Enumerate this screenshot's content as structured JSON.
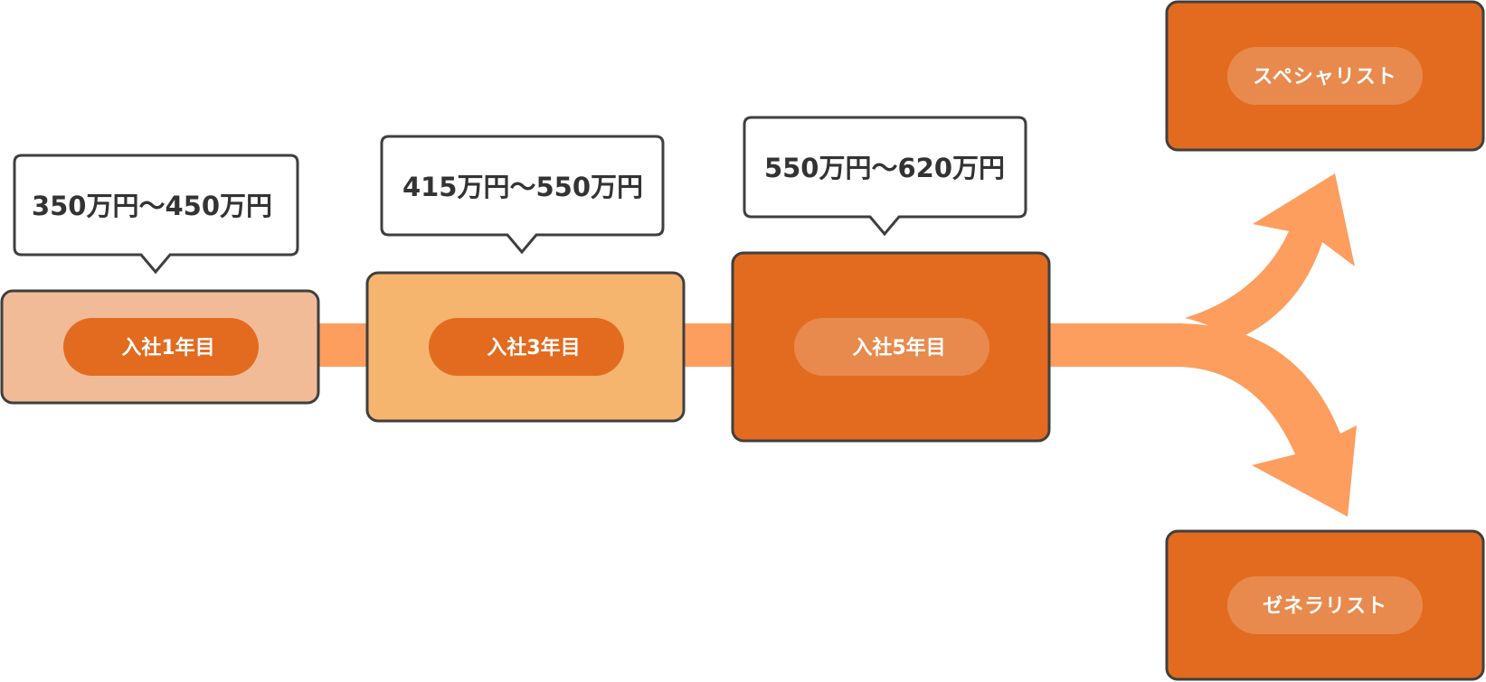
{
  "stages": [
    {
      "salary": "350万円～450万円",
      "label": "入社1年目"
    },
    {
      "salary": "415万円～550万円",
      "label": "入社3年目"
    },
    {
      "salary": "550万円～620万円",
      "label": "入社5年目"
    }
  ],
  "paths": [
    {
      "label": "スペシャリスト"
    },
    {
      "label": "ゼネラリスト"
    }
  ],
  "colors": {
    "connector": "#fd9e5f",
    "stage1_fill": "#f2bb98",
    "stage2_fill": "#f5b56f",
    "stage3_fill": "#e36b1f",
    "career_fill": "#e36b1f",
    "pill_dark": "#e36b1f",
    "pill_light": "#e88a4d",
    "border": "#3f3f3f"
  }
}
